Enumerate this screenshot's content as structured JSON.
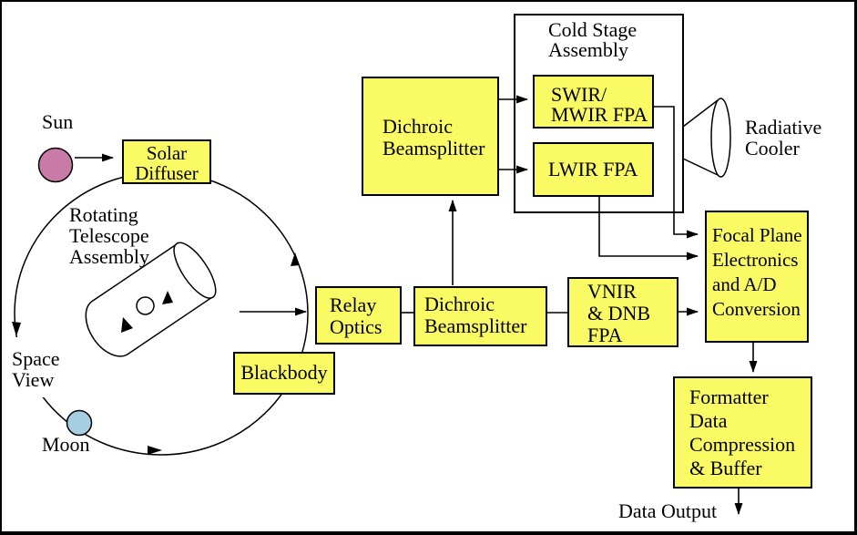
{
  "colors": {
    "box_fill": "#FAFA64",
    "sun_fill": "#C97BA8",
    "moon_fill": "#A6CEE3",
    "line": "#000000",
    "background": "#FFFFFF"
  },
  "nodes": {
    "solar_diffuser": {
      "lines": [
        "Solar",
        "Diffuser"
      ]
    },
    "blackbody": {
      "lines": [
        "Blackbody"
      ]
    },
    "relay_optics": {
      "lines": [
        "Relay",
        "Optics"
      ]
    },
    "dichroic_beamsplitter_ir": {
      "lines": [
        "Dichroic",
        "Beamsplitter"
      ]
    },
    "dichroic_beamsplitter_vis": {
      "lines": [
        "Dichroic",
        "Beamsplitter"
      ]
    },
    "swir_mwir_fpa": {
      "lines": [
        "SWIR/",
        "MWIR FPA"
      ]
    },
    "lwir_fpa": {
      "lines": [
        "LWIR FPA"
      ]
    },
    "vnir_dnb_fpa": {
      "lines": [
        "VNIR",
        "& DNB",
        "FPA"
      ]
    },
    "focal_plane_electronics": {
      "lines": [
        "Focal Plane",
        "Electronics",
        "and A/D",
        "Conversion"
      ]
    },
    "formatter": {
      "lines": [
        "Formatter",
        "Data",
        "Compression",
        "& Buffer"
      ]
    }
  },
  "labels": {
    "sun": "Sun",
    "moon": "Moon",
    "space_view": {
      "lines": [
        "Space",
        "View"
      ]
    },
    "rotating_telescope_assembly": {
      "lines": [
        "Rotating",
        "Telescope",
        "Assembly"
      ]
    },
    "cold_stage_assembly": {
      "lines": [
        "Cold Stage",
        "Assembly"
      ]
    },
    "radiative_cooler": {
      "lines": [
        "Radiative",
        "Cooler"
      ]
    },
    "data_output": "Data Output"
  }
}
